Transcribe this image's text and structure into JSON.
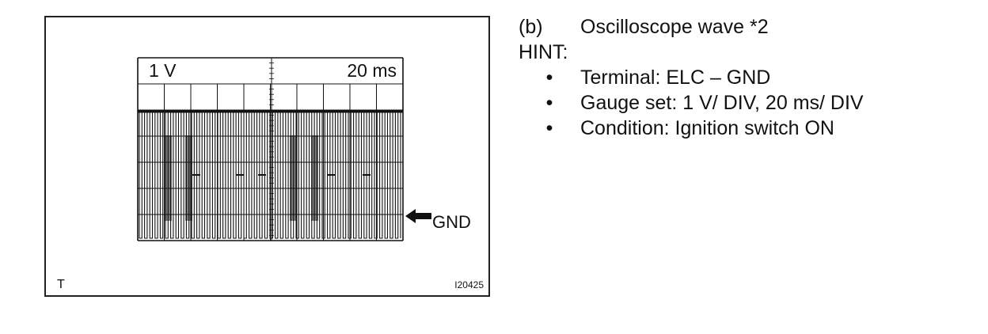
{
  "figure": {
    "volt_label": "1 V",
    "time_label": "20 ms",
    "gnd_label": "GND",
    "corner_left": "T",
    "corner_right": "I20425",
    "grid_divisions": {
      "horizontal": 10,
      "vertical": 7
    },
    "colors": {
      "line": "#111111",
      "background": "#ffffff"
    }
  },
  "text": {
    "item_label": "(b)",
    "item_title": "Oscilloscope wave *2",
    "hint": "HINT:",
    "bullets": [
      "Terminal: ELC – GND",
      "Gauge set: 1 V/ DIV, 20 ms/ DIV",
      "Condition: Ignition switch ON"
    ]
  }
}
